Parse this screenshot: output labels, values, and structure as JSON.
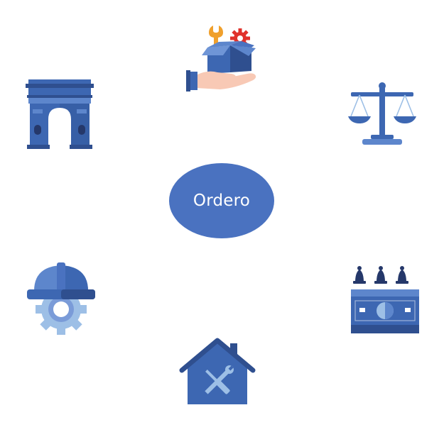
{
  "diagram": {
    "center": {
      "label": "Ordero",
      "color": "#4a72c0"
    },
    "nodes": [
      {
        "position": "top",
        "icon": "hand-box-tools-icon"
      },
      {
        "position": "top-right",
        "icon": "balance-scale-icon"
      },
      {
        "position": "right",
        "icon": "banknote-bells-icon"
      },
      {
        "position": "bottom",
        "icon": "house-tools-icon"
      },
      {
        "position": "left",
        "icon": "hardhat-gear-icon"
      },
      {
        "position": "top-left",
        "icon": "triumphal-arch-icon"
      }
    ],
    "colors": {
      "primary": "#3d67b2",
      "light": "#5d86cc",
      "dark": "#2f4f8f",
      "navy": "#25386a",
      "accent_orange": "#f0a02c",
      "accent_red": "#e0322c",
      "skin": "#f8c9b5",
      "pale_blue": "#9dbfe6"
    }
  }
}
